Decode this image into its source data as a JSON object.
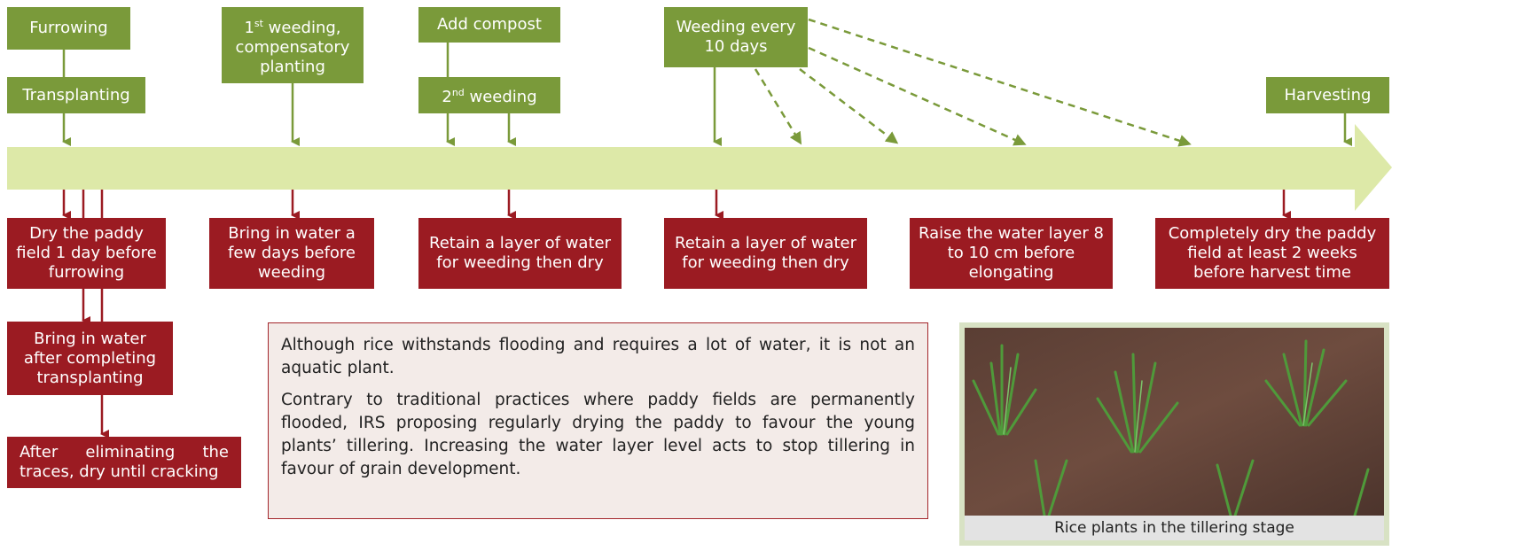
{
  "top_steps": {
    "furrowing": "Furrowing",
    "transplanting": "Transplanting",
    "first_weeding_sup": "st",
    "first_weeding_num": "1",
    "first_weeding_rest": " weeding,",
    "first_weeding_line2": "compensatory",
    "first_weeding_line3": "planting",
    "add_compost": "Add compost",
    "second_weeding_num": "2",
    "second_weeding_sup": "nd",
    "second_weeding_rest": " weeding",
    "weeding_every": "Weeding every 10 days",
    "harvesting": "Harvesting"
  },
  "water_steps": {
    "dry_paddy": "Dry the paddy field 1 day before furrowing",
    "bring_water_transplant": "Bring in water after completing transplanting",
    "after_traces": "After eliminating the traces, dry until cracking",
    "bring_water_weeding": "Bring in water a few days before weeding",
    "retain_1": "Retain a layer of water for weeding then dry",
    "retain_2": "Retain a layer of water for weeding then dry",
    "raise_water": "Raise the water layer 8 to 10 cm before elongating",
    "completely_dry": "Completely dry the paddy field at least 2 weeks before harvest time"
  },
  "note": {
    "p1": "Although rice withstands flooding and requires a lot of water, it is not an aquatic plant.",
    "p2": "Contrary to traditional practices where paddy fields are permanently flooded, IRS proposing regularly drying the paddy to favour the young plants’ tillering. Increasing the water layer level acts to stop tillering in favour of grain development."
  },
  "photo": {
    "caption": "Rice plants in the tillering stage"
  },
  "colors": {
    "green_box": "#7a9a3a",
    "red_box": "#9b1b22",
    "timeline": "#dde9a8"
  }
}
